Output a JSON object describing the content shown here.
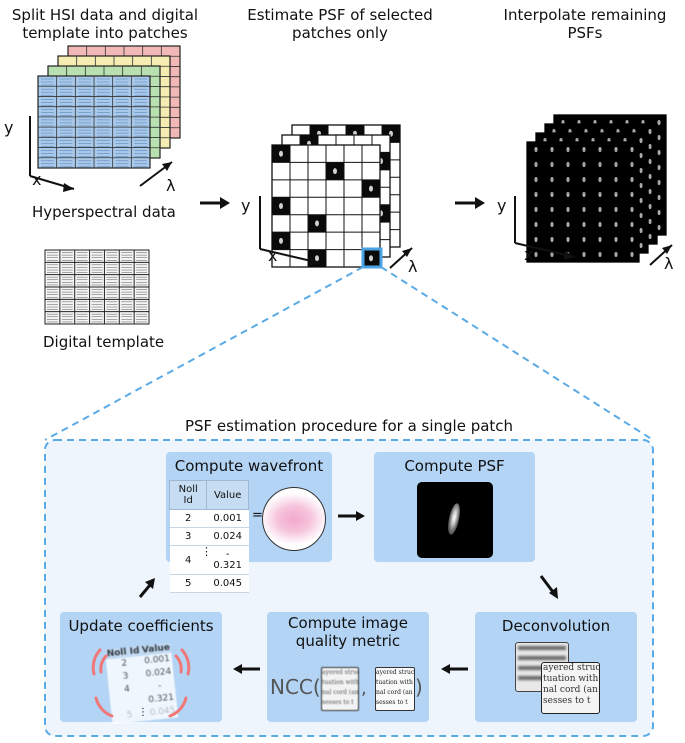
{
  "top": {
    "step1_title": "Split HSI data and digital\ntemplate into patches",
    "step2_title": "Estimate PSF of selected\npatches only",
    "step3_title": "Interpolate remaining\nPSFs",
    "hyperspectral_label": "Hyperspectral data",
    "template_label": "Digital template",
    "axis_x": "x",
    "axis_y": "y",
    "axis_lambda": "λ"
  },
  "procedure": {
    "title": "PSF estimation procedure for a single patch",
    "wavefront_title": "Compute wavefront",
    "psf_title": "Compute PSF",
    "deconv_title": "Deconvolution",
    "metric_title": "Compute image\nquality metric",
    "update_title": "Update coefficients",
    "equals": "=",
    "ncc_open": "NCC(",
    "ncc_comma": ",",
    "ncc_close": ")",
    "table_headers": [
      "Noll Id",
      "Value"
    ],
    "table_rows": [
      [
        "2",
        "0.001"
      ],
      [
        "3",
        "0.024"
      ],
      [
        "4",
        "- 0.321"
      ],
      [
        "5",
        "0.045"
      ]
    ],
    "table_more": "⋮",
    "doc_text": [
      "ayered struc",
      "tuation with",
      "nal cord (an",
      "sesses to t"
    ]
  },
  "colors": {
    "box_fill": "#b3d4f5",
    "dashed": "#5aaae6",
    "panel_bg": "#eef5fc",
    "hsi_blue": "#a9c9ea",
    "hsi_green": "#b8e0b0",
    "hsi_yellow": "#f4ecb0",
    "hsi_red": "#f2b7b7"
  }
}
